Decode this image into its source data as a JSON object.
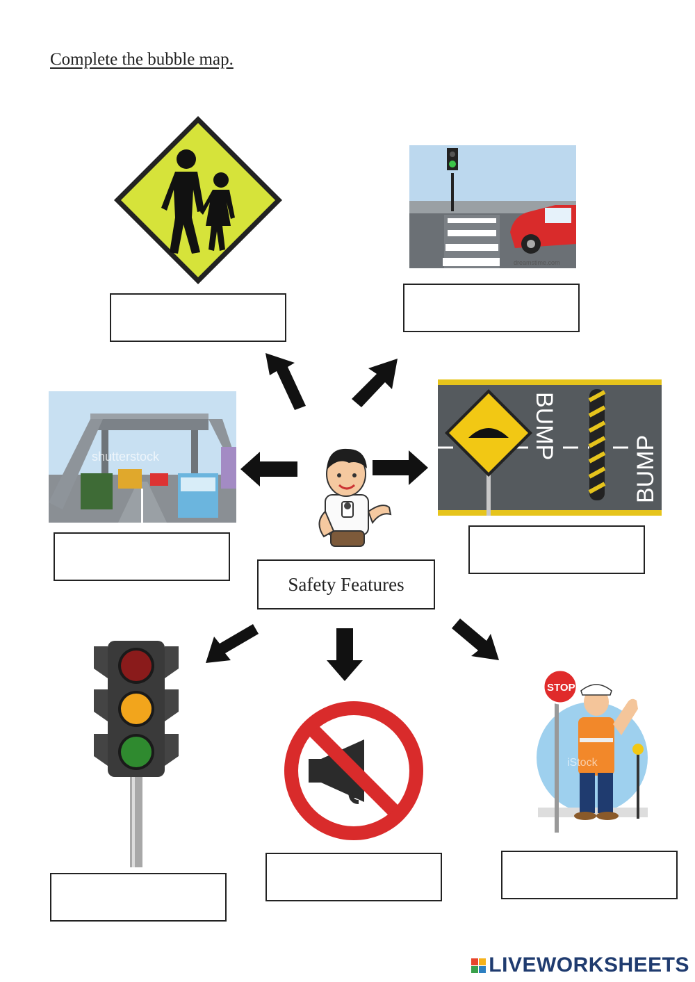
{
  "instruction": "Complete the bubble map.",
  "center_label": "Safety Features",
  "images": {
    "crossing_sign": "school-crossing-sign",
    "pedestrian_crossing": "pedestrian-crossing-scene",
    "overhead_bridge": "pedestrian-overhead-bridge",
    "road_bump": "road-bump",
    "traffic_light": "traffic-light",
    "no_horn": "no-horn-sign",
    "crossing_guard": "crossing-guard"
  },
  "bump_text": "BUMP",
  "stop_text": "STOP",
  "watermarks": {
    "shutterstock": "shutterstock",
    "dreamstime": "dreamstime.com",
    "istock": "iStock"
  },
  "brand": "LIVEWORKSHEETS",
  "colors": {
    "sign_yellow": "#d6e33a",
    "sky_blue": "#bcd8ee",
    "road_gray": "#555a5e",
    "red": "#d92b2b",
    "brand_blue": "#1f3b6f"
  }
}
